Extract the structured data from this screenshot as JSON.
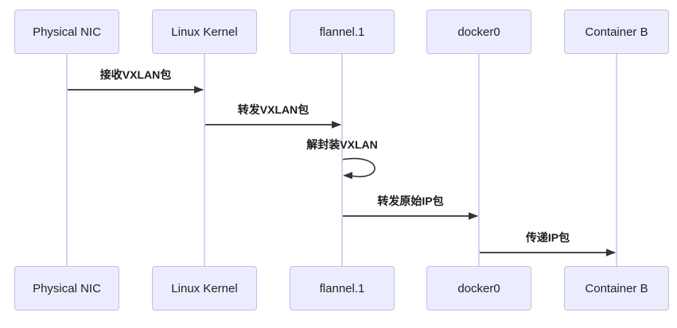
{
  "diagram": {
    "type": "sequence",
    "actors": [
      {
        "id": "physical-nic",
        "label": "Physical NIC"
      },
      {
        "id": "linux-kernel",
        "label": "Linux Kernel"
      },
      {
        "id": "flannel-1",
        "label": "flannel.1"
      },
      {
        "id": "docker0",
        "label": "docker0"
      },
      {
        "id": "container-b",
        "label": "Container B"
      }
    ],
    "messages": [
      {
        "from": 0,
        "to": 1,
        "label": "接收VXLAN包",
        "type": "solid"
      },
      {
        "from": 1,
        "to": 2,
        "label": "转发VXLAN包",
        "type": "solid"
      },
      {
        "from": 2,
        "to": 2,
        "label": "解封装VXLAN",
        "type": "self"
      },
      {
        "from": 2,
        "to": 3,
        "label": "转发原始IP包",
        "type": "solid"
      },
      {
        "from": 3,
        "to": 4,
        "label": "传递IP包",
        "type": "solid"
      }
    ],
    "colors": {
      "actor_fill": "#ececff",
      "actor_border": "#c3bfe0",
      "lifeline": "#d6d1ef",
      "arrow": "#333333",
      "text": "#1a1a1a"
    }
  }
}
